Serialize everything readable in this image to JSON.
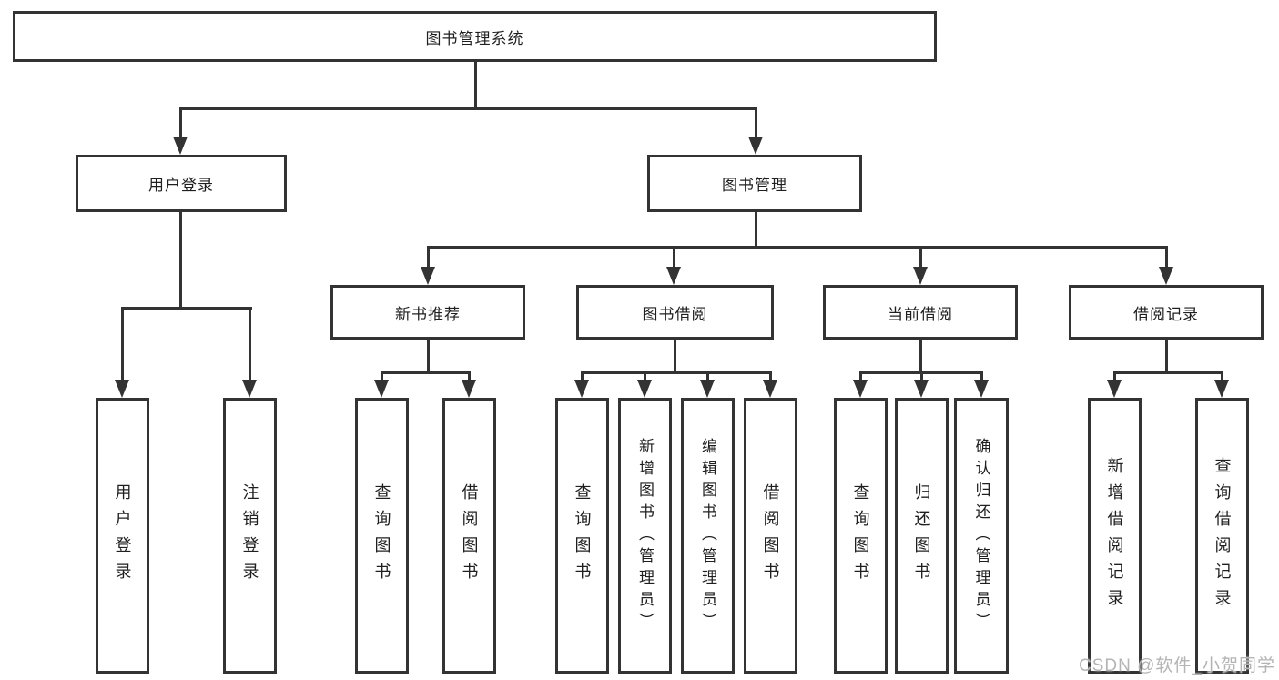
{
  "colors": {
    "line": "#333333",
    "box_background": "#ffffff",
    "text": "#1f1f1f",
    "watermark": "#b4b4b4"
  },
  "tree": {
    "root": "图书管理系统",
    "children": [
      {
        "label": "用户登录",
        "children": [
          "用户登录",
          "注销登录"
        ]
      },
      {
        "label": "图书管理",
        "children": [
          {
            "label": "新书推荐",
            "children": [
              "查询图书",
              "借阅图书"
            ]
          },
          {
            "label": "图书借阅",
            "children": [
              "查询图书",
              "新增图书（管理员）",
              "编辑图书（管理员）",
              "借阅图书"
            ]
          },
          {
            "label": "当前借阅",
            "children": [
              "查询图书",
              "归还图书",
              "确认归还（管理员）"
            ]
          },
          {
            "label": "借阅记录",
            "children": [
              "新增借阅记录",
              "查询借阅记录"
            ]
          }
        ]
      }
    ]
  },
  "watermark": {
    "text": "CSDN @软件_小贺同学"
  }
}
